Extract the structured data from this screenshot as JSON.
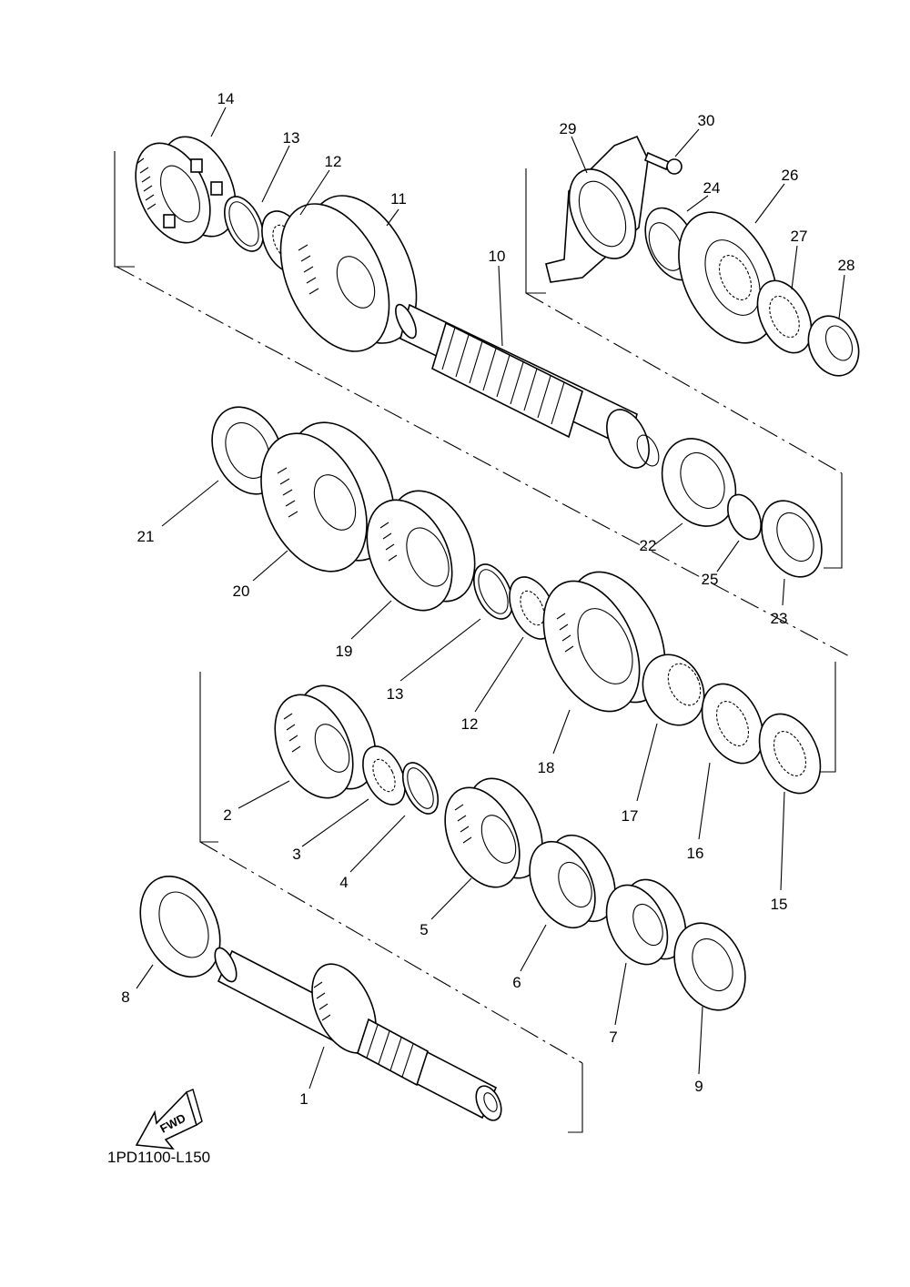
{
  "diagram": {
    "drawing_code": "1PD1100-L150",
    "fwd_arrow_label": "FWD",
    "callouts": [
      "1",
      "2",
      "3",
      "4",
      "5",
      "6",
      "7",
      "8",
      "9",
      "10",
      "11",
      "12",
      "13",
      "14",
      "15",
      "16",
      "17",
      "18",
      "19",
      "20",
      "21",
      "22",
      "23",
      "24",
      "25",
      "26",
      "27",
      "28",
      "29",
      "30",
      "13",
      "12"
    ]
  }
}
